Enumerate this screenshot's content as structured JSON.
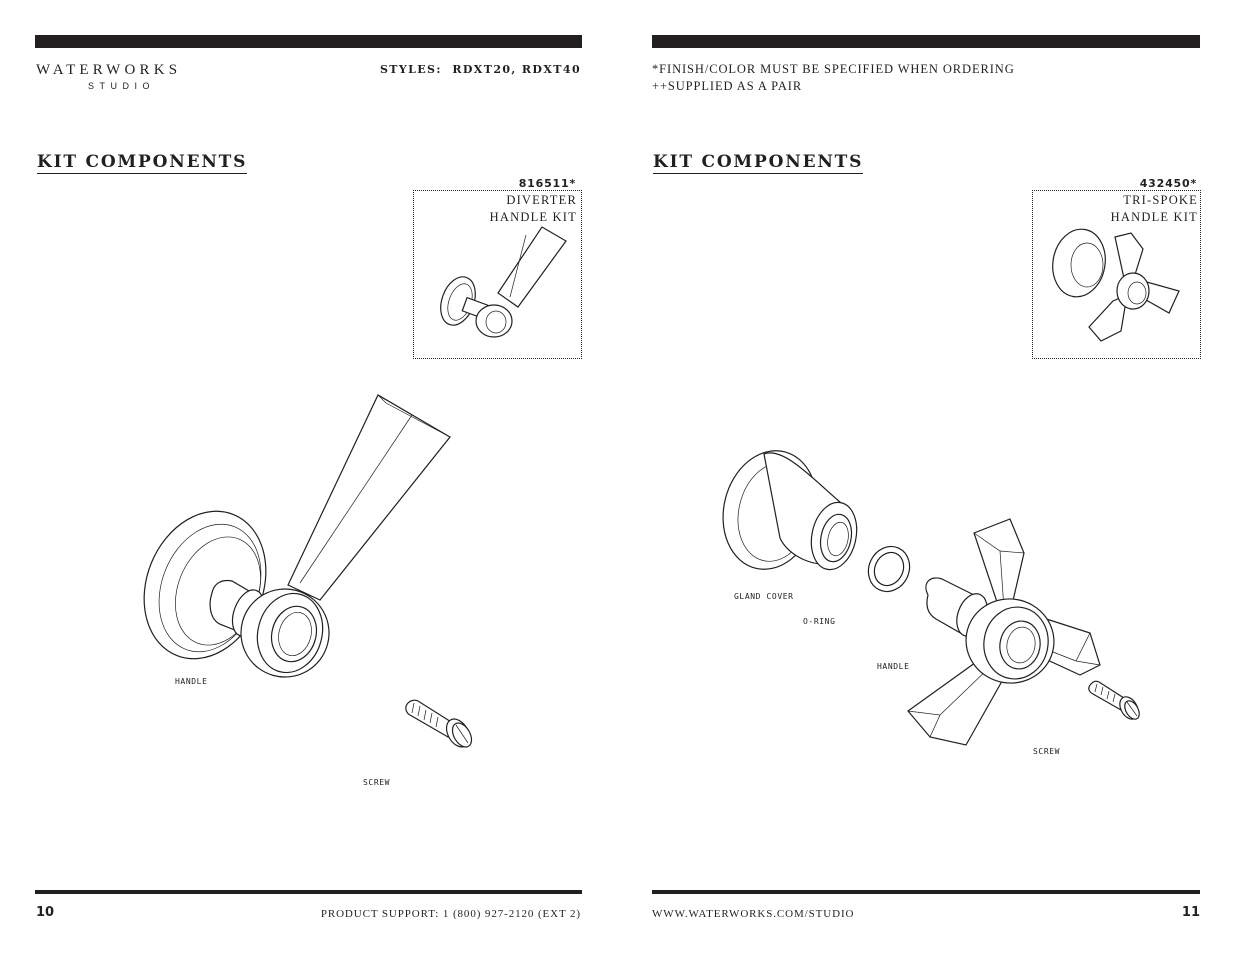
{
  "brand": {
    "name": "WATERWORKS",
    "sub": "STUDIO"
  },
  "left_page": {
    "styles": "STYLES:  RDXT20, RDXT40",
    "section_title": "KIT COMPONENTS",
    "kit": {
      "part_number": "816511*",
      "name_line1": "DIVERTER",
      "name_line2": "HANDLE KIT"
    },
    "callouts": {
      "handle": "HANDLE",
      "screw": "SCREW"
    },
    "page_number": "10",
    "footer": "PRODUCT SUPPORT: 1 (800) 927-2120 (EXT 2)"
  },
  "right_page": {
    "notes": [
      "*FINISH/COLOR MUST BE SPECIFIED WHEN ORDERING",
      "++SUPPLIED AS A PAIR"
    ],
    "section_title": "KIT COMPONENTS",
    "kit": {
      "part_number": "432450*",
      "name_line1": "TRI-SPOKE",
      "name_line2": "HANDLE KIT"
    },
    "callouts": {
      "gland_cover": "GLAND COVER",
      "o_ring": "O-RING",
      "handle": "HANDLE",
      "screw": "SCREW"
    },
    "page_number": "11",
    "footer": "WWW.WATERWORKS.COM/STUDIO"
  }
}
